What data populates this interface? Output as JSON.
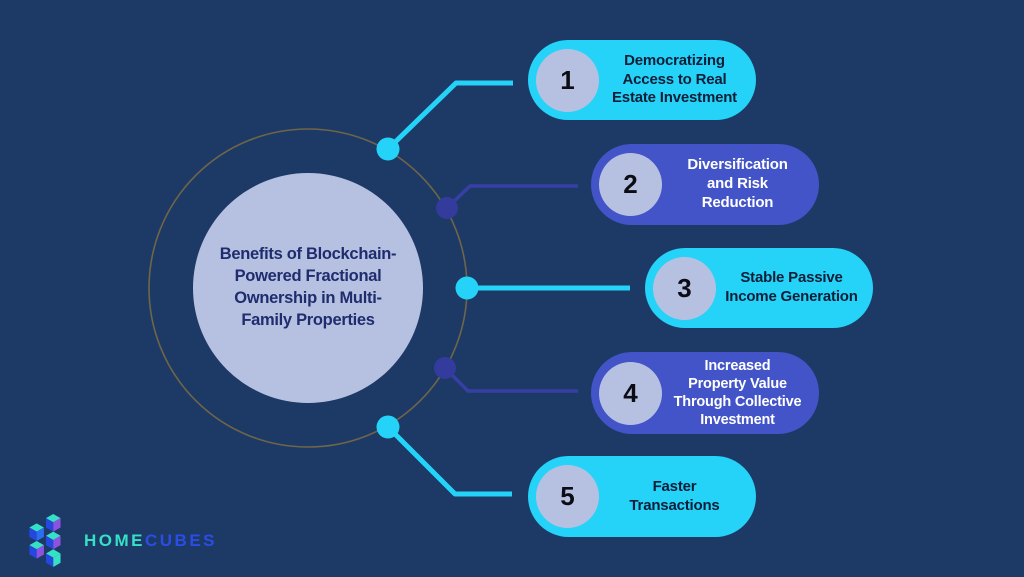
{
  "title": {
    "full": "Benefits of Blockchain-Powered Fractional Ownership in Multi-Family Properties",
    "lines": [
      "Benefits of Blockchain-",
      "Powered Fractional",
      "Ownership in Multi-",
      "Family Properties"
    ]
  },
  "benefits": [
    {
      "number": "1",
      "label": "Democratizing Access to Real Estate Investment",
      "variant": "cyan",
      "lines": [
        "Democratizing",
        "Access to Real",
        "Estate Investment"
      ]
    },
    {
      "number": "2",
      "label": "Diversification and Risk Reduction",
      "variant": "indigo",
      "lines": [
        "Diversification",
        "and Risk",
        "Reduction"
      ]
    },
    {
      "number": "3",
      "label": "Stable Passive Income Generation",
      "variant": "cyan",
      "lines": [
        "Stable Passive",
        "Income Generation"
      ]
    },
    {
      "number": "4",
      "label": "Increased Property Value Through Collective Investment",
      "variant": "indigo",
      "lines": [
        "Increased",
        "Property Value",
        "Through Collective",
        "Investment"
      ]
    },
    {
      "number": "5",
      "label": "Faster Transactions",
      "variant": "cyan",
      "lines": [
        "Faster",
        "Transactions"
      ]
    }
  ],
  "logo": {
    "home": "HOME",
    "cubes": "CUBES"
  },
  "colors": {
    "background": "#1d3a66",
    "cyan": "#24d3f7",
    "indigo_pill": "#4254c7",
    "lavender": "#b6c1e1",
    "title_text": "#1f2c6e",
    "dark_pill_text": "#0e1e38",
    "connector_indigo": "#373fa5",
    "orbit_ring": "#6f6548",
    "logo_teal": "#36e0c6",
    "logo_blue": "#2b4ce6"
  }
}
